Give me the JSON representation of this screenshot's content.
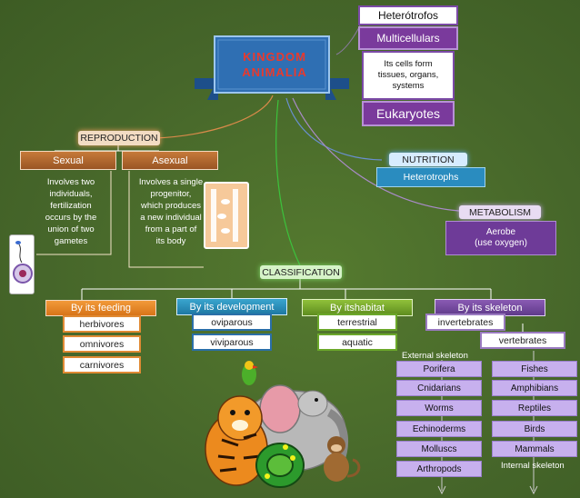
{
  "kingdom": {
    "title": "KINGDOM\nANIMALIA"
  },
  "top_right": {
    "heterotrofos": "Heterótrofos",
    "multicellulars": "Multicellulars",
    "cells_text": "Its cells form\ntissues, organs,\nsystems",
    "eukaryotes": "Eukaryotes"
  },
  "reproduction": {
    "title": "REPRODUCTION",
    "sexual": {
      "label": "Sexual",
      "desc": "Involves two\nindividuals,\nfertilization\noccurs by the\nunion of two\ngametes"
    },
    "asexual": {
      "label": "Asexual",
      "desc": "Involves a single\nprogenitor,\nwhich produces\na new individual\nfrom a part of\nits body"
    }
  },
  "nutrition": {
    "title": "NUTRITION",
    "value": "Heterotrophs"
  },
  "metabolism": {
    "title": "METABOLISM",
    "value": "Aerobe\n(use oxygen)"
  },
  "classification": {
    "title": "CLASSIFICATION",
    "feeding": {
      "label": "By its feeding",
      "items": [
        "herbivores",
        "omnivores",
        "carnivores"
      ]
    },
    "development": {
      "label": "By its development",
      "items": [
        "oviparous",
        "viviparous"
      ]
    },
    "habitat": {
      "label": "By itshabitat",
      "items": [
        "terrestrial",
        "aquatic"
      ]
    },
    "skeleton": {
      "label": "By its skeleton",
      "invertebrates": "invertebrates",
      "vertebrates": "vertebrates",
      "external_label": "External skeleton",
      "internal_label": "Internal skeleton",
      "invertebrate_groups": [
        "Porifera",
        "Cnidarians",
        "Worms",
        "Echinoderms",
        "Molluscs",
        "Arthropods"
      ],
      "vertebrate_groups": [
        "Fishes",
        "Amphibians",
        "Reptiles",
        "Birds",
        "Mammals"
      ]
    }
  },
  "colors": {
    "background": "#4a6a2a",
    "banner": "#2f6fb3",
    "title_red": "#e83a2e",
    "orange": "#c67a3a",
    "blue": "#2a8cbf",
    "green": "#7aa82e",
    "purple": "#7a3a9c",
    "violet_cell": "#c7b0ee"
  }
}
